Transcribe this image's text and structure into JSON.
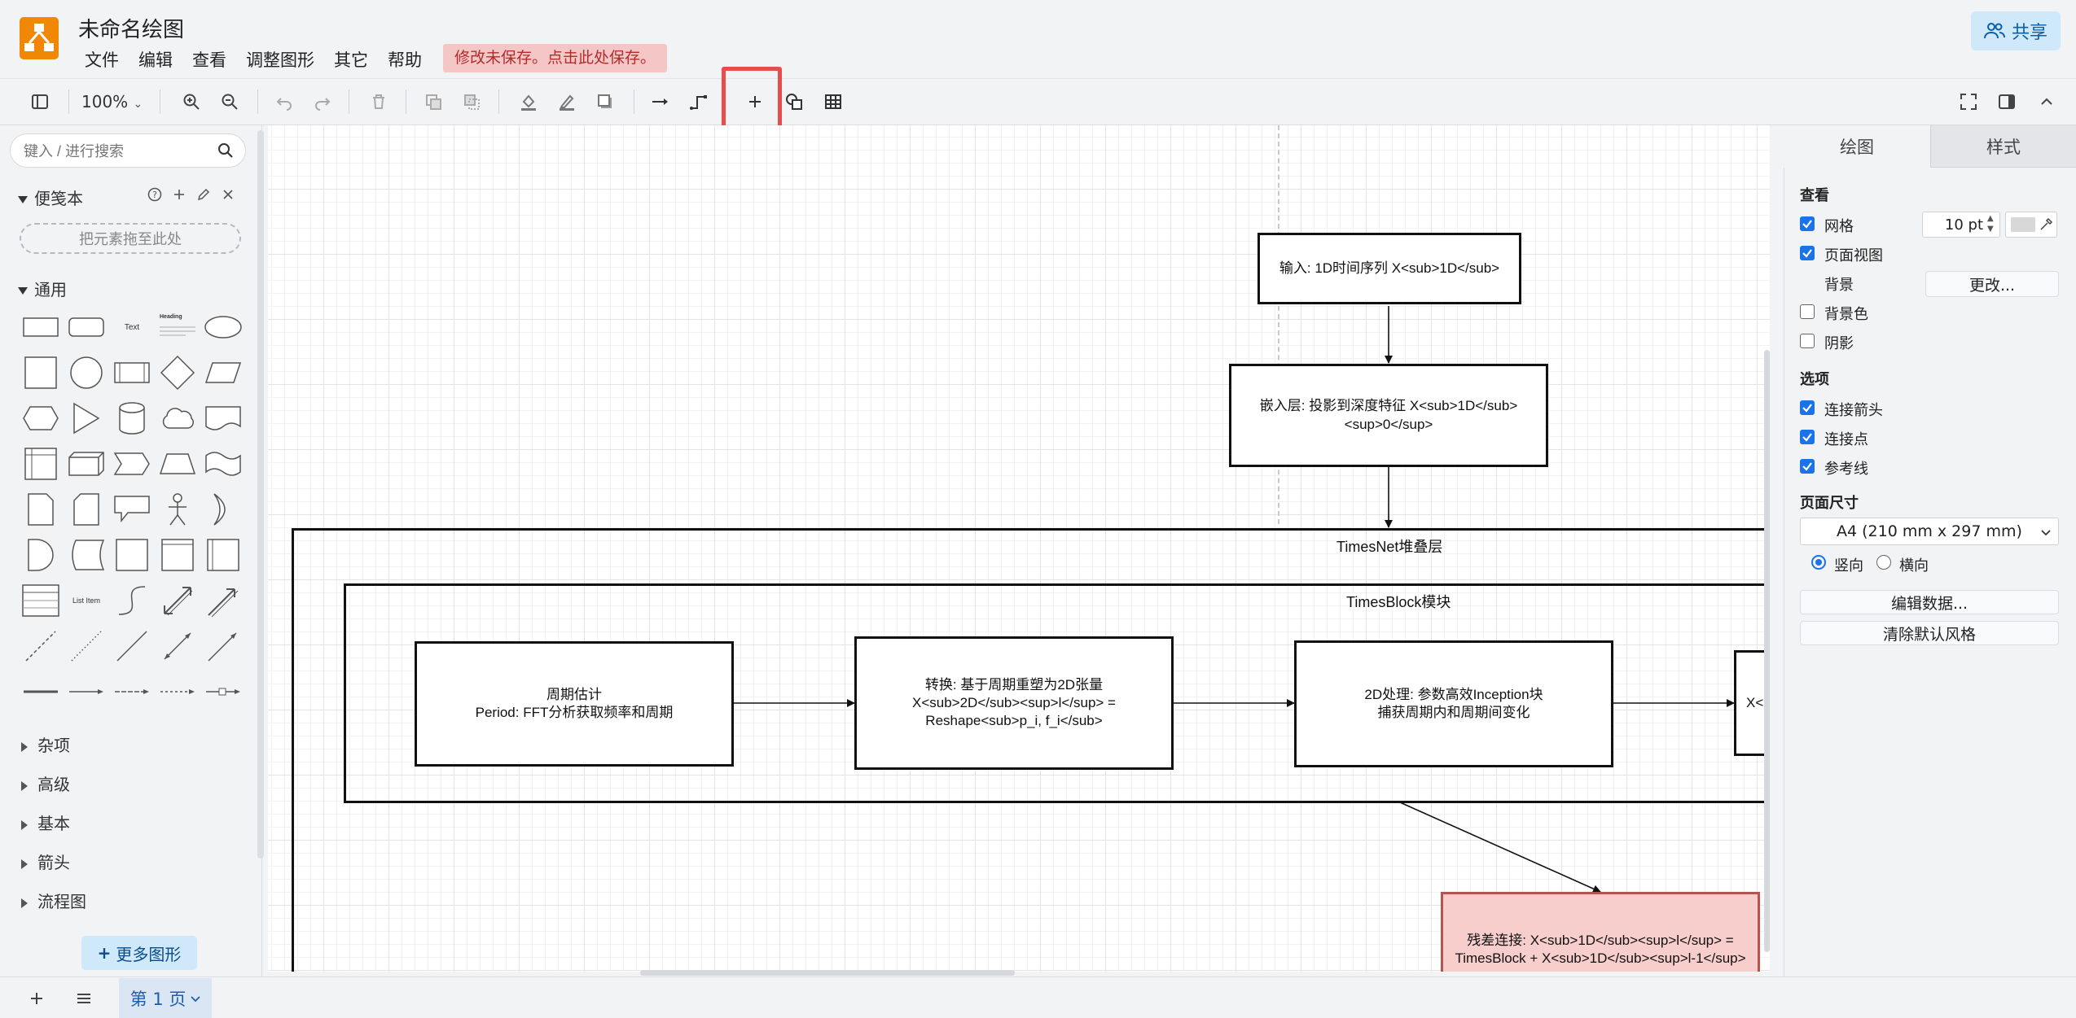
{
  "app": {
    "title": "未命名绘图",
    "unsaved_notice": "修改未保存。点击此处保存。",
    "share_label": "共享"
  },
  "menus": [
    "文件",
    "编辑",
    "查看",
    "调整图形",
    "其它",
    "帮助"
  ],
  "toolbar": {
    "zoom": "100%"
  },
  "left_panel": {
    "search_placeholder": "键入 / 进行搜索",
    "scratchpad_title": "便笺本",
    "drop_hint": "把元素拖至此处",
    "general_title": "通用",
    "shape_text_label": "Text",
    "shape_heading_label": "Heading",
    "shape_listitem_label": "List Item",
    "sections": [
      "杂项",
      "高级",
      "基本",
      "箭头",
      "流程图"
    ],
    "more_shapes": "更多图形"
  },
  "diagram": {
    "input": "输入: 1D时间序列 X<sub>1D</sub>",
    "embed_line1": "嵌入层: 投影到深度特征 X<sub>1D</sub>",
    "embed_line2": "<sup>0</sup>",
    "stack_title": "TimesNet堆叠层",
    "block_title": "TimesBlock模块",
    "period_line1": "周期估计",
    "period_line2": "Period: FFT分析获取频率和周期",
    "transform_line1": "转换: 基于周期重塑为2D张量",
    "transform_line2": "X<sub>2D</sub><sup>l</sup> =",
    "transform_line3": "Reshape<sub>p_i, f_i</sub>",
    "process_line1": "2D处理: 参数高效Inception块",
    "process_line2": "捕获周期内和周期间变化",
    "cutoff": "X<s",
    "residual_line1": "残差连接: X<sub>1D</sub><sup>l</sup> =",
    "residual_line2": "TimesBlock + X<sub>1D</sub><sup>l-1</sup>"
  },
  "right_panel": {
    "tabs": [
      "绘图",
      "样式"
    ],
    "view_title": "查看",
    "grid_label": "网格",
    "grid_size": "10 pt",
    "page_view_label": "页面视图",
    "background_label": "背景",
    "change_button": "更改...",
    "bg_color_label": "背景色",
    "shadow_label": "阴影",
    "options_title": "选项",
    "connection_arrows": "连接箭头",
    "connection_points": "连接点",
    "guides": "参考线",
    "page_size_title": "页面尺寸",
    "page_size_value": "A4 (210 mm x 297 mm)",
    "portrait": "竖向",
    "landscape": "横向",
    "edit_data": "编辑数据...",
    "clear_style": "清除默认风格"
  },
  "bottom": {
    "page_tab": "第 1 页"
  },
  "colors": {
    "accent": "#1a73e8",
    "logo": "#f08705",
    "highlight": "#e84d4d",
    "residual_fill": "#f8cecc",
    "residual_border": "#b85450"
  }
}
